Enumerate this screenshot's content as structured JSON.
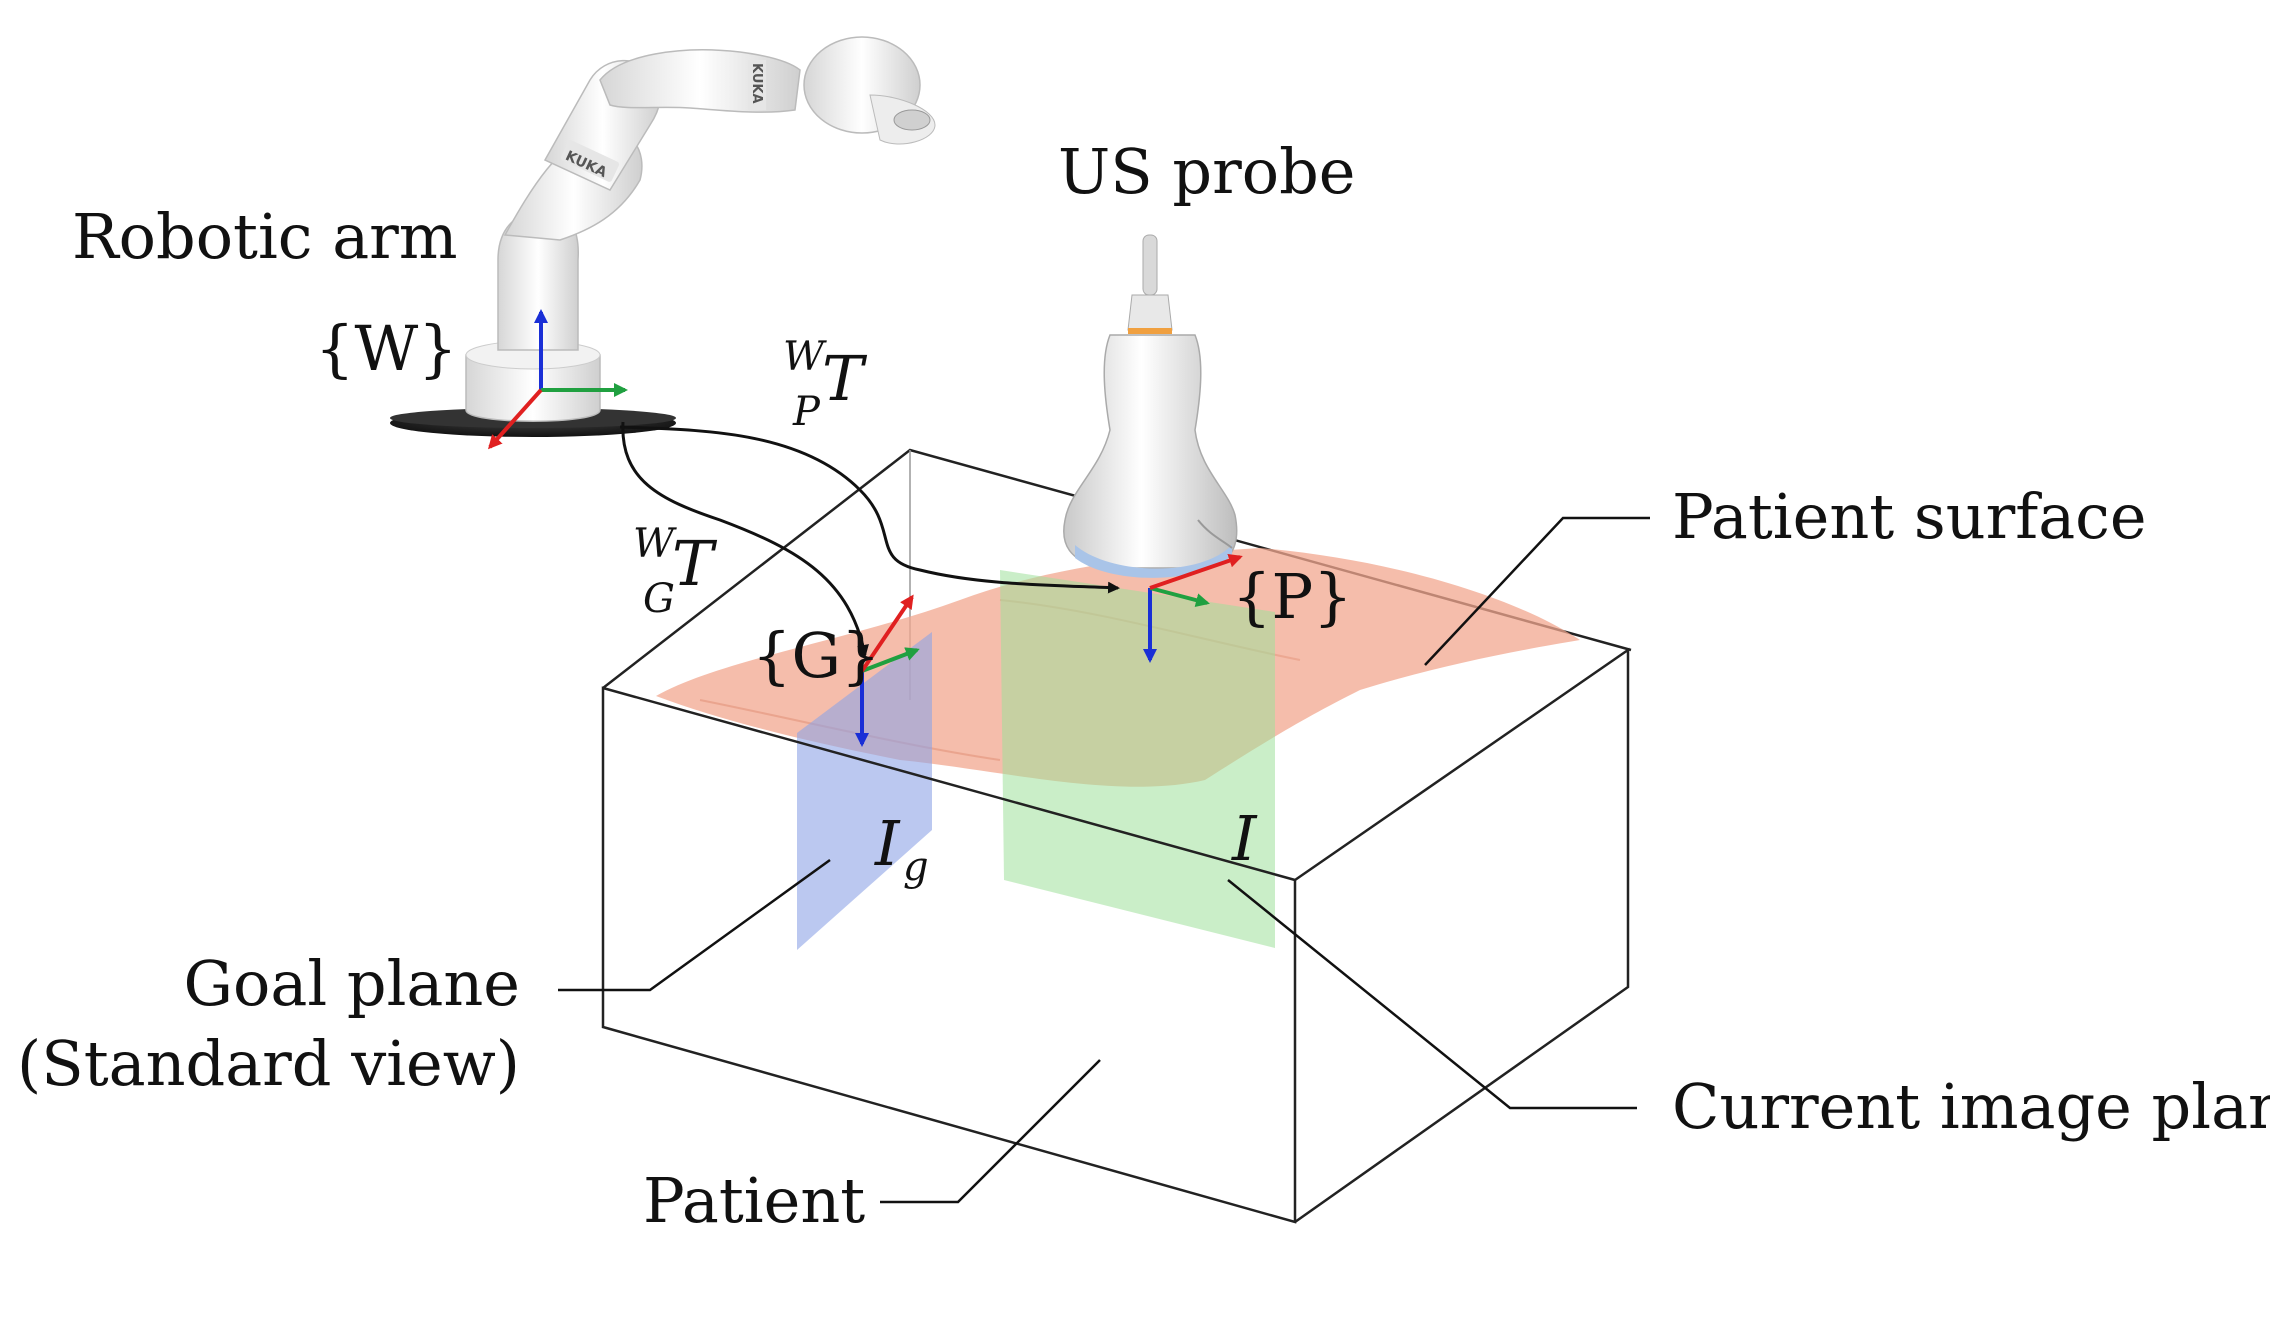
{
  "labels": {
    "robotic_arm": "Robotic arm",
    "us_probe": "US probe",
    "patient_surface": "Patient surface",
    "goal_plane_line1": "Goal plane",
    "goal_plane_line2": "(Standard view)",
    "patient": "Patient",
    "current_image_plane": "Current image plane"
  },
  "frames": {
    "world": "{W}",
    "goal": "{G}",
    "probe": "{P}"
  },
  "transforms": {
    "wp": {
      "sup": "W",
      "base": "T",
      "sub": "P"
    },
    "wg": {
      "sup": "W",
      "base": "T",
      "sub": "G"
    }
  },
  "image_symbols": {
    "goal": {
      "base": "I",
      "sub": "g"
    },
    "current": {
      "base": "I"
    }
  },
  "robot_brand": "KUKA",
  "colors": {
    "x_axis": "#e02020",
    "y_axis": "#20a040",
    "z_axis": "#1a2fd6",
    "patient_surface": "#f2a78f",
    "goal_plane": "#8ea4e6",
    "current_plane": "#9fe09a"
  }
}
